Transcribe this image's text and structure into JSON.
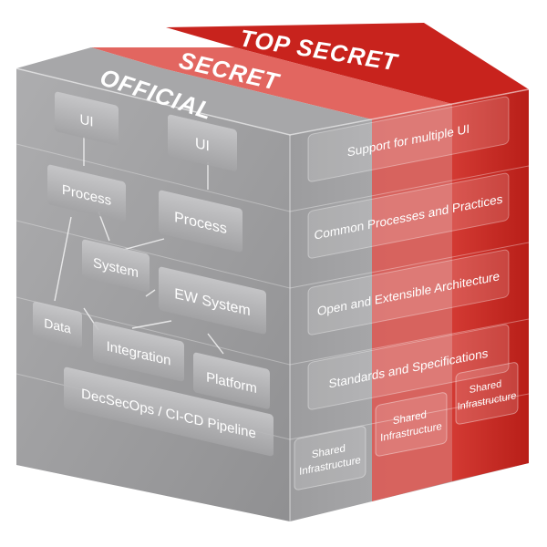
{
  "classification_bands": [
    {
      "label": "TOP SECRET",
      "color": "#c8231d"
    },
    {
      "label": "SECRET",
      "color": "#e0504a"
    },
    {
      "label": "OFFICIAL",
      "color": "#9a9a9c"
    }
  ],
  "front_blocks": {
    "ui_1": "UI",
    "ui_2": "UI",
    "process_1": "Process",
    "process_2": "Process",
    "system": "System",
    "ew_system": "EW System",
    "data": "Data",
    "integration": "Integration",
    "platform": "Platform",
    "pipeline": "DecSecOps / CI-CD Pipeline"
  },
  "side_layers": [
    "Support for multiple UI",
    "Common Processes and Practices",
    "Open and Extensible Architecture",
    "Standards and Specifications"
  ],
  "infrastructure": [
    "Shared\nInfrastructure",
    "Shared\nInfrastructure",
    "Shared\nInfrastructure"
  ]
}
